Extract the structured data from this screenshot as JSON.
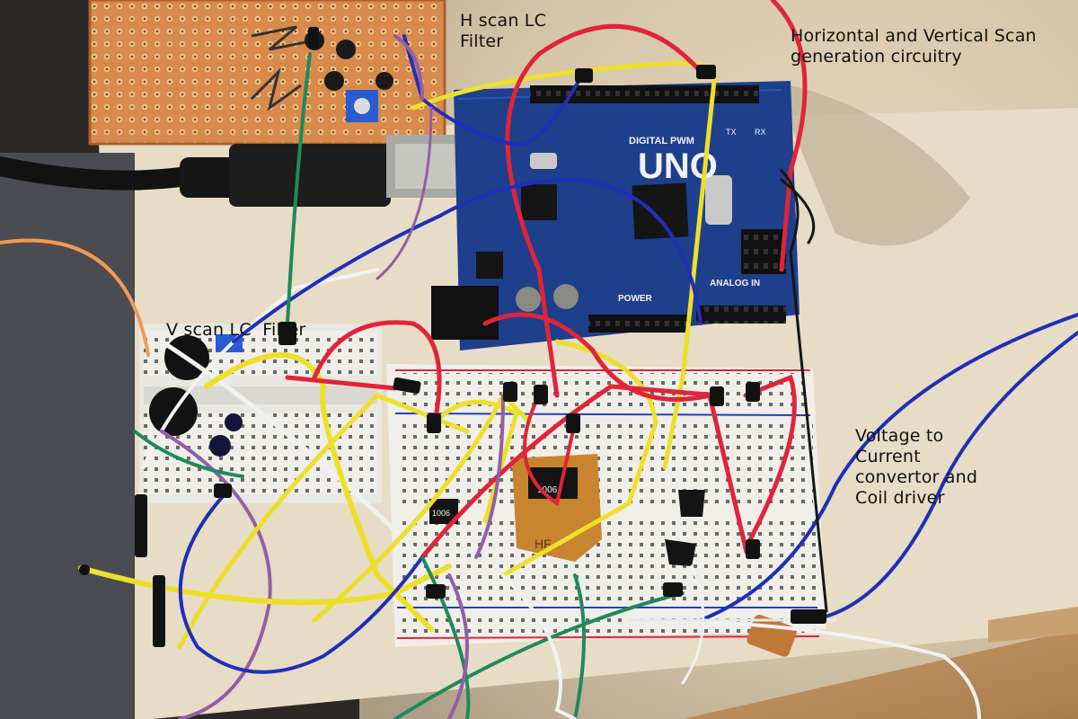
{
  "annotations": {
    "h_scan": [
      "H scan LC",
      "Filter"
    ],
    "hv_scan": [
      "Horizontal and Vertical Scan",
      "generation circuitry"
    ],
    "v_scan": [
      "V scan LC  Filter"
    ],
    "v_to_i": [
      "Voltage to",
      "Current",
      "convertor and",
      "Coil driver"
    ]
  },
  "board": {
    "name": "UNO",
    "digital_label": "DIGITAL PWM",
    "power_label": "POWER",
    "analog_label": "ANALOG IN",
    "tx_label": "TX",
    "rx_label": "RX"
  },
  "chips": {
    "left": "1006",
    "right": "1006",
    "hf": "HF"
  },
  "colors": {
    "wall": "#d9cbb0",
    "uno_blue": "#1d3f8c",
    "perfboard": "#d98a4a",
    "breadboard": "#efeee9",
    "wire_red": "#e0243a",
    "wire_yellow": "#ede02a",
    "wire_blue": "#1f2fb8",
    "wire_white": "#f1f1f1",
    "wire_green": "#1e8a5a",
    "wire_purple": "#9060a8",
    "wire_orange": "#f09a55",
    "wire_black": "#151515"
  }
}
